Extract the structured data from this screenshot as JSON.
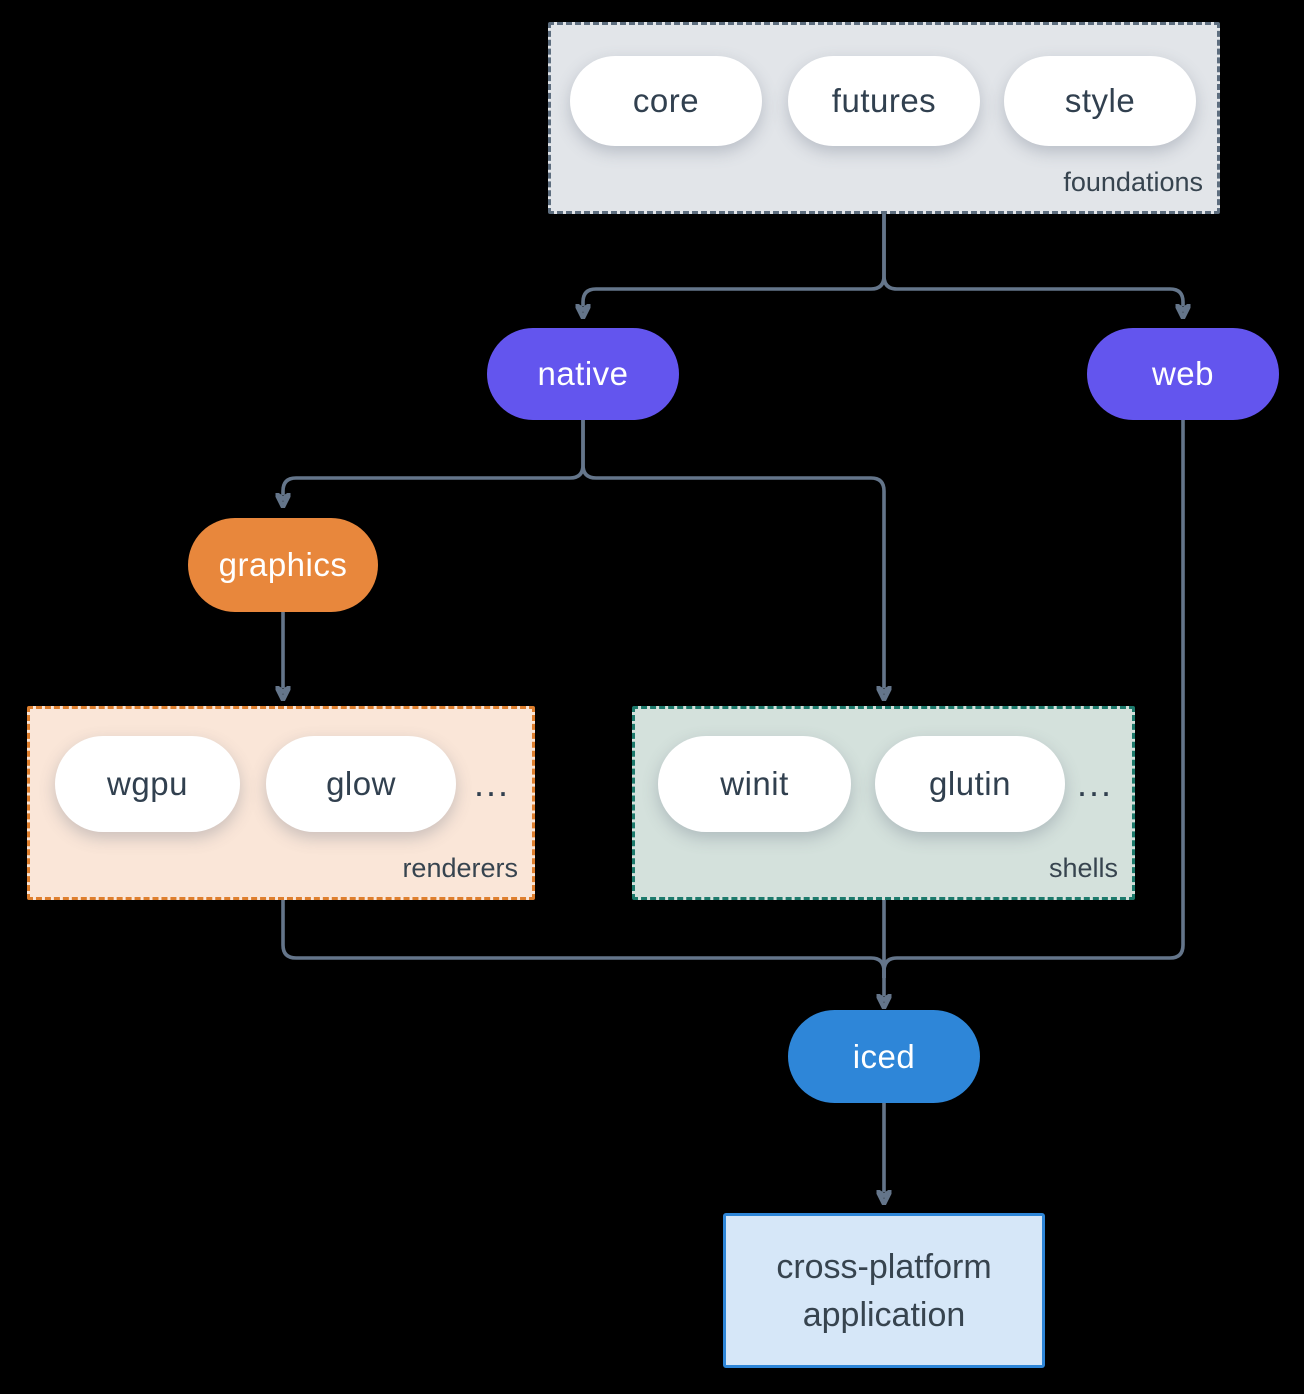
{
  "foundations": {
    "label": "foundations",
    "pills": [
      "core",
      "futures",
      "style"
    ]
  },
  "native": {
    "label": "native"
  },
  "web": {
    "label": "web"
  },
  "graphics": {
    "label": "graphics"
  },
  "renderers": {
    "label": "renderers",
    "pills": [
      "wgpu",
      "glow"
    ],
    "ellipsis": "..."
  },
  "shells": {
    "label": "shells",
    "pills": [
      "winit",
      "glutin"
    ],
    "ellipsis": "..."
  },
  "iced": {
    "label": "iced"
  },
  "application": {
    "line1": "cross-platform",
    "line2": "application"
  },
  "colors": {
    "background": "#000000",
    "foundations_fill": "#e2e5e9",
    "foundations_border": "#5d6d7e",
    "native_web_fill": "#6355ee",
    "graphics_fill": "#e8873c",
    "renderers_fill": "#fae6d8",
    "renderers_border": "#de7f2e",
    "shells_fill": "#d4e1dc",
    "shells_border": "#1d7a6c",
    "iced_fill": "#2e86d8",
    "application_fill": "#d6e7f8",
    "application_border": "#2e86d8",
    "connector": "#64758a",
    "pill_text_dark": "#31404f",
    "pill_text_light": "#ffffff"
  }
}
